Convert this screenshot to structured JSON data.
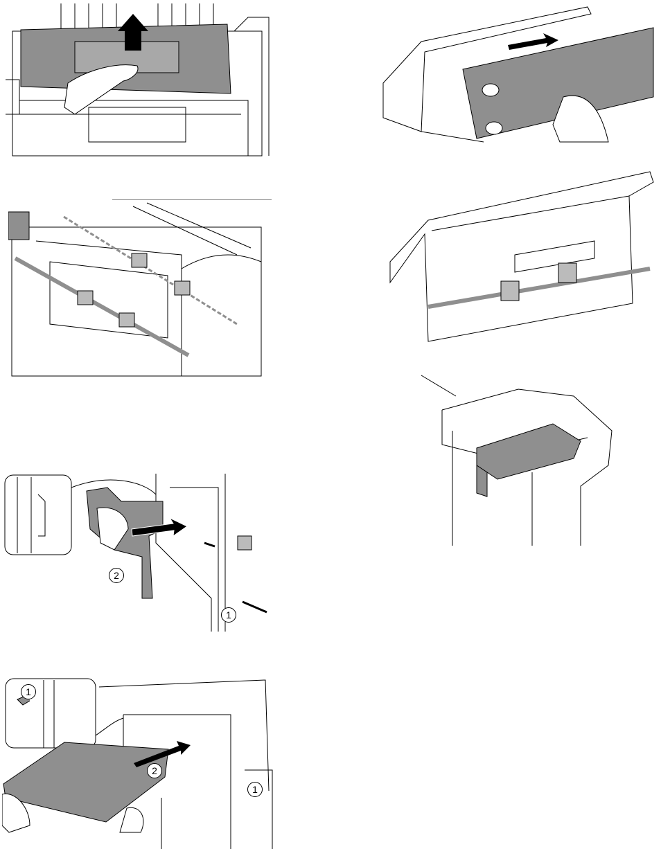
{
  "figures": [
    {
      "id": "fig-cover-removal",
      "callouts": []
    },
    {
      "id": "fig-roller-assembly",
      "callouts": []
    },
    {
      "id": "fig-bracket-removal",
      "callouts": [
        "2",
        "1"
      ]
    },
    {
      "id": "fig-unit-removal",
      "callouts": [
        "1",
        "2",
        "1"
      ]
    },
    {
      "id": "fig-panel-removal",
      "callouts": []
    },
    {
      "id": "fig-unit-frame",
      "callouts": []
    },
    {
      "id": "fig-finisher-overview",
      "callouts": []
    }
  ],
  "colors": {
    "part_fill": "#8f8f8f",
    "line": "#000000",
    "light_fill": "#d0d0d0"
  }
}
